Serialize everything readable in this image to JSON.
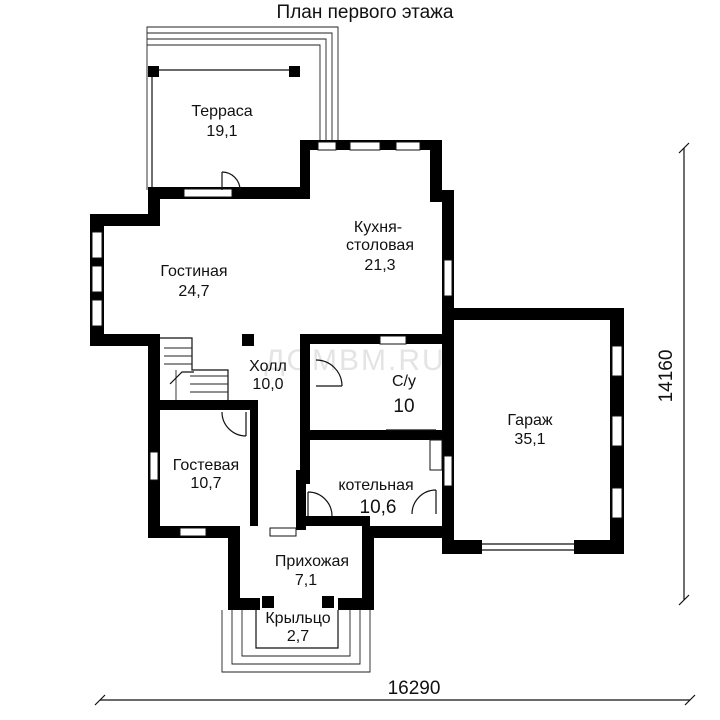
{
  "title": "План первого этажа",
  "watermark": "ДОМВМ.RU",
  "rooms": {
    "terrace": {
      "name": "Терраса",
      "area": "19,1"
    },
    "kitchen": {
      "name_line1": "Кухня-",
      "name_line2": "столовая",
      "area": "21,3"
    },
    "living": {
      "name": "Гостиная",
      "area": "24,7"
    },
    "hall": {
      "name": "Холл",
      "area": "10,0"
    },
    "wc": {
      "name": "С/у",
      "area": "10"
    },
    "garage": {
      "name": "Гараж",
      "area": "35,1"
    },
    "guest": {
      "name": "Гостевая",
      "area": "10,7"
    },
    "boiler": {
      "name": "котельная",
      "area": "10,6"
    },
    "entry": {
      "name": "Прихожая",
      "area": "7,1"
    },
    "porch": {
      "name": "Крыльцо",
      "area": "2,7"
    }
  },
  "dimensions": {
    "width": "16290",
    "height": "14160"
  },
  "colors": {
    "wall": "#000000",
    "line": "#111111",
    "watermark": "#e4e4e4"
  }
}
